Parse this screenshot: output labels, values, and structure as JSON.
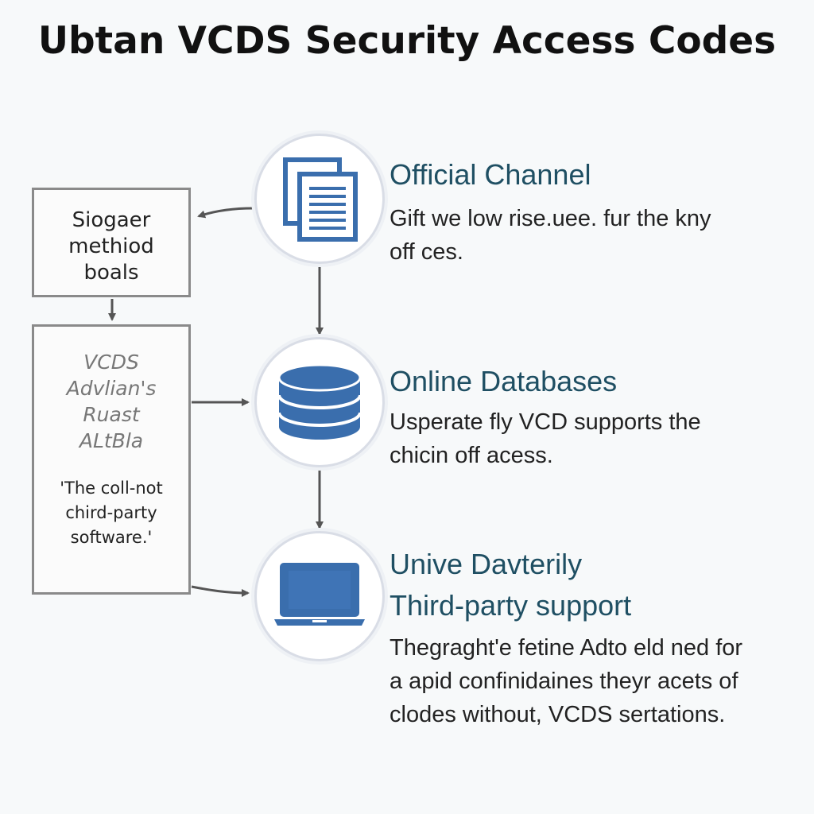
{
  "title": "Ubtan VCDS Security Access Codes",
  "left_boxes": {
    "method": {
      "lines": [
        "Siogaer",
        "methiod",
        "boals"
      ]
    },
    "vcds": {
      "title_lines": [
        "VCDS",
        "Advlian's",
        "Ruast",
        "ALtBla"
      ],
      "quote_lines": [
        "'The coll-not",
        "chird-party",
        "software.'"
      ]
    }
  },
  "steps": [
    {
      "icon": "documents-icon",
      "heading": "Official Channel",
      "desc_lines": [
        "Gift we low rise.uee. fur the kny",
        "off ces."
      ]
    },
    {
      "icon": "database-icon",
      "heading": "Online Databases",
      "desc_lines": [
        "Usperate fly VCD supports the",
        "chicin off acess."
      ]
    },
    {
      "icon": "laptop-icon",
      "heading_lines": [
        "Unive Davterily",
        "Third-party support"
      ],
      "desc_lines": [
        "Thegraght'e fetine Adto eld ned for",
        "a apid confinidaines theyr acets of",
        "clodes without, VCDS sertations."
      ]
    }
  ],
  "colors": {
    "heading": "#1f4f63",
    "icon_blue": "#3a6ead",
    "box_border": "#8a8a8a",
    "arrow": "#555555"
  }
}
